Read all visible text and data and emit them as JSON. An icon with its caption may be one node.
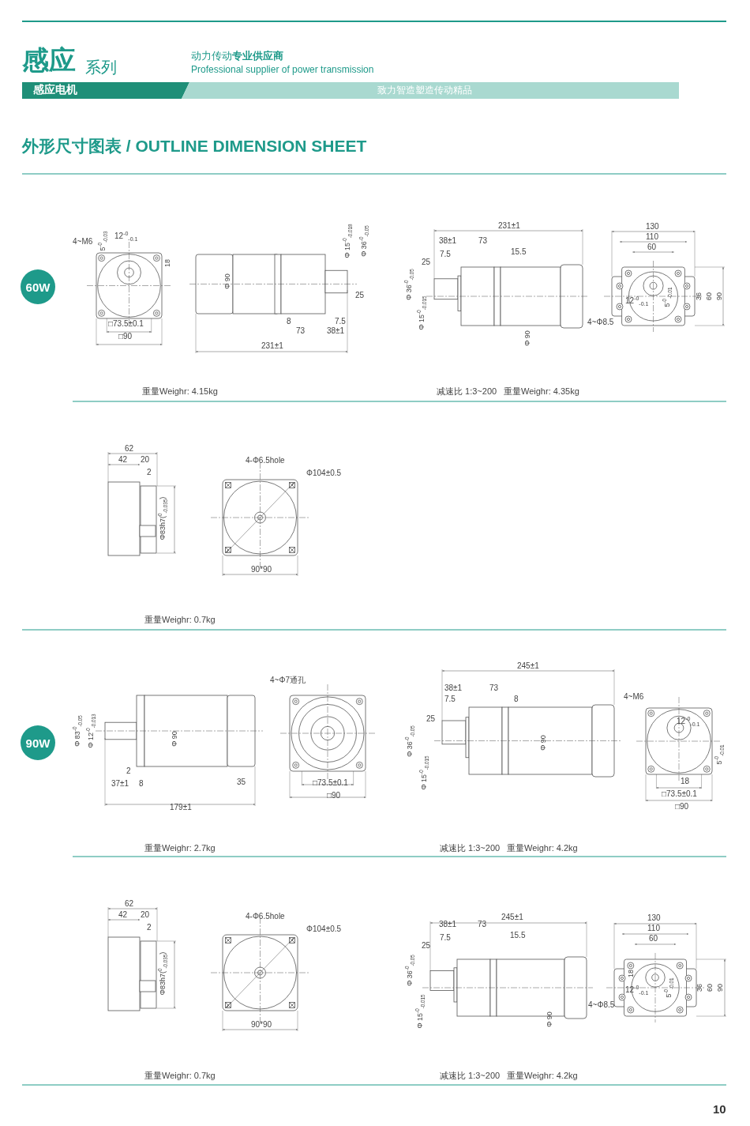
{
  "diagram": {
    "nodes": [
      {
        "text": [
          "60W"
        ]
      },
      {
        "text": [
          "90W"
        ]
      }
    ],
    "labels": [
      "感应",
      "系列",
      "动力传动**专业供应商**",
      "Professional supplier of power transmission",
      "感应电机",
      "致力智造塑造传动精品",
      "外形尺寸图表 / OUTLINE DIMENSION SHEET",
      "4~M6",
      "5$^{-0}$$_{-0.03}$",
      "12$^{-0}$$_{-0.1}$",
      "18",
      "□73.5±0.1",
      "□90",
      "Φ 15$^{-0}$$_{-0.018}$",
      "Φ 36$^{-0}$$_{-0.05}$",
      "Φ 90",
      "25",
      "8",
      "7.5",
      "73",
      "38±1",
      "231±1",
      "231±1",
      "38±1",
      "73",
      "7.5",
      "15.5",
      "25",
      "Φ 36$^{-0}$$_{-0.05}$",
      "Φ 15$^{-0}$$_{-0.015}$",
      "Φ 90",
      "130",
      "110",
      "60",
      "12$^{-0}$$_{-0.1}$",
      "5$^{-0}$$_{-0.01}$",
      "36",
      "60",
      "90",
      "4~Φ8.5",
      "重量Weighr: 4.15kg",
      "减速比 1:3~200",
      "重量Weighr: 4.35kg",
      "62",
      "42",
      "20",
      "2",
      "Φ83h7($^{0}$$_{-0.035}$)",
      "4-Φ6.5hole",
      "Φ104±0.5",
      "90*90",
      "重量Weighr: 0.7kg",
      "Φ 83$^{-0}$$_{-0.05}$",
      "Φ 12$^{-0}$$_{-0.013}$",
      "Φ 90",
      "2",
      "37±1",
      "8",
      "35",
      "179±1",
      "4~Φ7通孔",
      "□73.5±0.1",
      "□90",
      "245±1",
      "38±1",
      "73",
      "7.5",
      "8",
      "25",
      "Φ 36$^{-0}$$_{-0.05}$",
      "Φ 15$^{-0}$$_{-0.015}$",
      "Φ 90",
      "4~M6",
      "12$^{-0}$$_{-0.1}$",
      "5$^{-0}$$_{-0.01}$",
      "18",
      "□73.5±0.1",
      "□90",
      "重量Weighr: 2.7kg",
      "减速比 1:3~200",
      "重量Weighr: 4.2kg",
      "62",
      "42",
      "20",
      "2",
      "Φ83h7($^{0}$$_{-0.035}$)",
      "4-Φ6.5hole",
      "Φ104±0.5",
      "90*90",
      "245±1",
      "38±1",
      "73",
      "7.5",
      "15.5",
      "25",
      "Φ 36$^{-0}$$_{-0.05}$",
      "Φ 15$^{-0}$$_{-0.015}$",
      "Φ 90",
      "130",
      "110",
      "60",
      "18",
      "12$^{-0}$$_{-0.1}$",
      "5$^{-0}$$_{-0.01}$",
      "36",
      "60",
      "90",
      "4~Φ8.5",
      "重量Weighr: 0.7kg",
      "减速比 1:3~200",
      "重量Weighr: 4.2kg",
      "10"
    ]
  }
}
